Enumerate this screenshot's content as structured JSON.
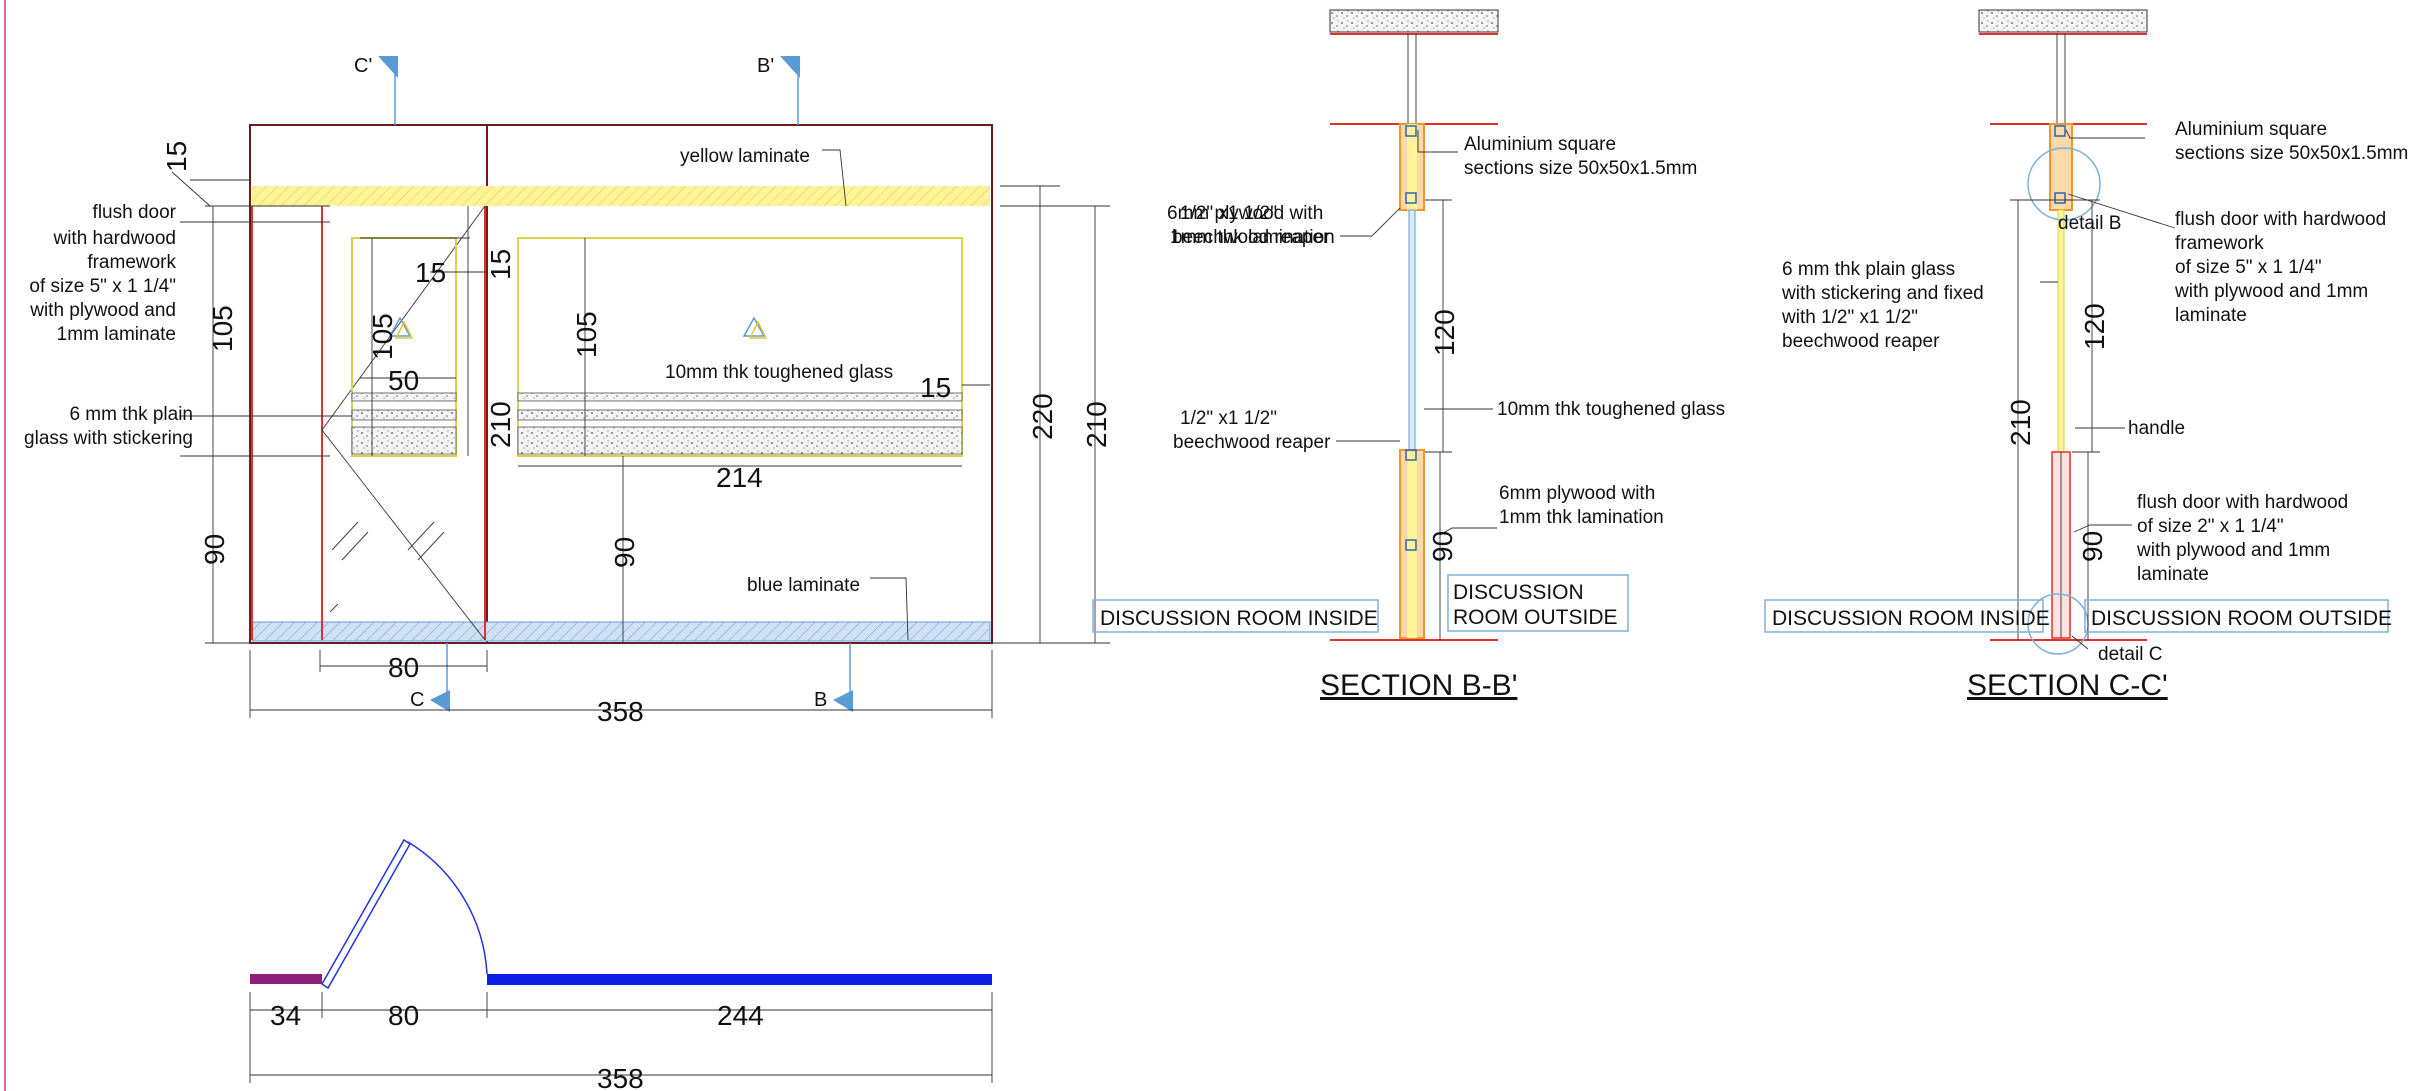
{
  "colors": {
    "yellow_laminate": "#fff39a",
    "blue_laminate": "#a8c8ee",
    "flag": "#5b9bd5",
    "frame_red": "#e0322a",
    "wall_purple": "#8c1f7a",
    "wall_blue": "#0a1ee8",
    "door_swing": "#2233dd",
    "orange_member": "#f0962d"
  },
  "elevation": {
    "markers": {
      "c_prime": "C'",
      "b_prime": "B'",
      "c": "C",
      "b": "B"
    },
    "labels": {
      "yellow_laminate": "yellow laminate",
      "flush_door": [
        "flush door",
        "with hardwood",
        "framework",
        "of size 5\" x 1 1/4\"",
        "with plywood and",
        "1mm laminate"
      ],
      "plain_glass": [
        "6 mm thk plain",
        "glass with stickering"
      ],
      "toughened_glass": "10mm thk toughened glass",
      "blue_laminate": "blue laminate"
    },
    "dims": {
      "top_15": "15",
      "left_105": "105",
      "left_90": "90",
      "inner_15": "15",
      "inner_105": "105",
      "inner_50": "50",
      "mid_15": "15",
      "mid_210": "210",
      "glass_105": "105",
      "glass_15": "15",
      "glass_214": "214",
      "glass_90": "90",
      "right_220": "220",
      "right_210": "210",
      "door_80": "80",
      "overall_358": "358"
    }
  },
  "plan": {
    "dims": {
      "d34": "34",
      "d80": "80",
      "d244": "244",
      "d358": "358"
    }
  },
  "section_b": {
    "title": "SECTION B-B'",
    "labels": {
      "aluminium": [
        "Aluminium square",
        "sections size 50x50x1.5mm"
      ],
      "plywood_top_a": [
        "6mm plywood with",
        "1mm thk lamination"
      ],
      "plywood_top_b": [
        "1/2\" x1 1/2\"",
        "beechwood reaper"
      ],
      "toughened": "10mm thk toughened glass",
      "reaper": [
        "1/2\" x1 1/2\"",
        "beechwood reaper"
      ],
      "plywood_bottom": [
        "6mm plywood with",
        "1mm thk lamination"
      ]
    },
    "dims": {
      "d120": "120",
      "d90": "90"
    },
    "rooms": {
      "inside": "DISCUSSION ROOM INSIDE",
      "outside": [
        "DISCUSSION",
        "ROOM OUTSIDE"
      ]
    }
  },
  "section_c": {
    "title": "SECTION C-C'",
    "labels": {
      "aluminium": [
        "Aluminium square",
        "sections size 50x50x1.5mm"
      ],
      "detail_b": "detail B",
      "flush_door_top": [
        "flush door with hardwood",
        "framework",
        "of size 5\" x 1 1/4\"",
        "with plywood and 1mm",
        "laminate"
      ],
      "plain_glass": [
        "6 mm thk plain glass",
        " with stickering and fixed",
        "with 1/2\" x1 1/2\"",
        "beechwood reaper"
      ],
      "handle": "handle",
      "flush_door_bottom": [
        "flush door with hardwood",
        "of size 2\" x 1 1/4\"",
        "with plywood and 1mm",
        "laminate"
      ],
      "detail_c": "detail C"
    },
    "dims": {
      "d120": "120",
      "d210": "210",
      "d90": "90"
    },
    "rooms": {
      "inside": "DISCUSSION ROOM INSIDE",
      "outside": "DISCUSSION ROOM OUTSIDE"
    }
  }
}
